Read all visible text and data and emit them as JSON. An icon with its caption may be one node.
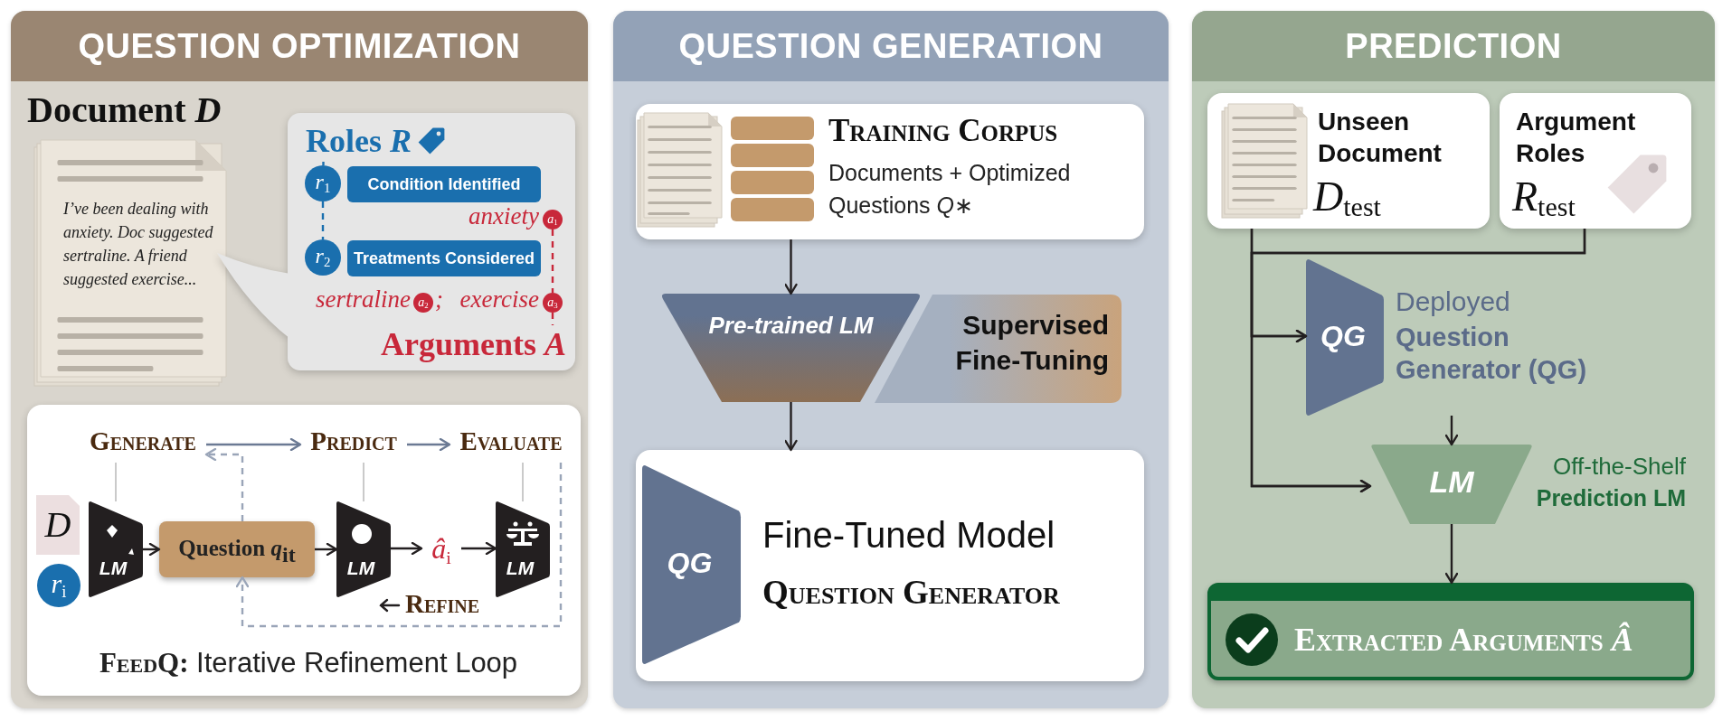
{
  "diagram": {
    "nodes": [
      {
        "text": [
          "QUESTION OPTIMIZATION"
        ]
      },
      {
        "text": [
          "Document *D*",
          "I’ve been dealing with anxiety. Doc suggested sertraline. A friend suggested exercise..."
        ],
        "in": 0
      },
      {
        "text": [],
        "shape": "box",
        "in": 0
      },
      {
        "text": [
          "Roles *R*"
        ],
        "in": 2
      },
      {
        "text": [
          "*r*$_{1}$"
        ],
        "in": 2
      },
      {
        "text": [
          "Condition Identified"
        ],
        "in": 2
      },
      {
        "text": [
          "*a*$_{1}$"
        ],
        "in": 2,
        "beside": [
          "anxiety"
        ]
      },
      {
        "text": [
          "*r*$_{2}$"
        ],
        "in": 2
      },
      {
        "text": [
          "Treatments Considered"
        ],
        "in": 2
      },
      {
        "text": [
          "*a*$_{2}$"
        ],
        "in": 2,
        "beside": [
          "sertraline"
        ]
      },
      {
        "text": [
          "*a*$_{3}$"
        ],
        "in": 2,
        "beside": [
          "exercise"
        ]
      },
      {
        "text": [
          "Arguments *A*"
        ],
        "in": 2
      },
      {
        "text": [
          "**FeedQ:** Iterative Refinement Loop"
        ],
        "in": 0
      },
      {
        "text": [
          "Generate"
        ],
        "in": 12
      },
      {
        "text": [
          "Predict"
        ],
        "in": 12
      },
      {
        "text": [
          "Evaluate"
        ],
        "in": 12
      },
      {
        "text": [
          "*D*"
        ],
        "in": 12
      },
      {
        "text": [
          "*r*$_{i}$"
        ],
        "in": 12
      },
      {
        "text": [
          "LM"
        ],
        "in": 12
      },
      {
        "text": [
          "Question *q*$_{it}$"
        ],
        "in": 12
      },
      {
        "text": [
          "LM"
        ],
        "in": 12
      },
      {
        "text": [
          "*â*$_{i}$"
        ],
        "in": 12
      },
      {
        "text": [
          "LM"
        ],
        "in": 12
      },
      {
        "text": [
          "QUESTION GENERATION"
        ]
      },
      {
        "text": [
          "Training Corpus",
          "Documents + Optimized Questions *Q*∗"
        ],
        "in": 23
      },
      {
        "text": [
          "Pre-trained LM"
        ],
        "in": 23
      },
      {
        "text": [
          "Supervised Fine-Tuning"
        ],
        "in": 23
      },
      {
        "text": [
          "Fine-Tuned Model",
          "Question Generator"
        ],
        "in": 23
      },
      {
        "text": [
          "QG"
        ],
        "in": 27
      },
      {
        "text": [
          "PREDICTION"
        ]
      },
      {
        "text": [
          "Unseen Document",
          "*D*$_{test}$"
        ],
        "in": 29
      },
      {
        "text": [
          "Argument Roles",
          "*R*$_{test}$"
        ],
        "in": 29
      },
      {
        "text": [
          "QG"
        ],
        "in": 29,
        "beside": [
          "Deployed",
          "Question Generator (QG)"
        ]
      },
      {
        "text": [
          "LM"
        ],
        "in": 29,
        "beside": [
          "Off-the-Shelf",
          "Prediction LM"
        ]
      },
      {
        "text": [
          "Extracted Arguments *Â*"
        ],
        "in": 29
      }
    ],
    "edges": [
      {
        "from": 3,
        "to": 4,
        "arrow": "none",
        "style": "dashed",
        "color": "#1a6fae"
      },
      {
        "from": 4,
        "to": 7,
        "arrow": "none",
        "style": "dashed",
        "color": "#1a6fae"
      },
      {
        "from": 6,
        "to": 10,
        "arrow": "none",
        "style": "dashed",
        "color": "#c8283a"
      },
      {
        "from": 10,
        "to": 11,
        "arrow": "none",
        "style": "dashed",
        "color": "#c8283a"
      },
      {
        "from": 13,
        "to": 14,
        "arrow": "to",
        "color": "#6b7a94"
      },
      {
        "from": 14,
        "to": 15,
        "arrow": "to",
        "color": "#6b7a94"
      },
      {
        "from": 13,
        "to": 18,
        "arrow": "none",
        "color": "#bdbdbd"
      },
      {
        "from": 14,
        "to": 20,
        "arrow": "none",
        "color": "#bdbdbd"
      },
      {
        "from": 15,
        "to": 22,
        "arrow": "none",
        "color": "#bdbdbd"
      },
      {
        "from": 18,
        "to": 19,
        "arrow": "to"
      },
      {
        "from": 19,
        "to": 20,
        "arrow": "to"
      },
      {
        "from": 20,
        "to": 21,
        "arrow": "to"
      },
      {
        "from": 21,
        "to": 22,
        "arrow": "to"
      },
      {
        "from": 15,
        "to": 19,
        "arrow": "to",
        "style": "dashed",
        "color": "#9aa5b8",
        "label": "Refine"
      },
      {
        "from": 19,
        "to": 13,
        "arrow": "to",
        "style": "dashed",
        "color": "#9aa5b8"
      },
      {
        "from": 24,
        "to": 25,
        "arrow": "to"
      },
      {
        "from": 25,
        "to": 27,
        "arrow": "to"
      },
      {
        "from": 30,
        "to": 32,
        "arrow": "to"
      },
      {
        "from": 31,
        "to": 32,
        "arrow": "to"
      },
      {
        "from": 30,
        "to": 33,
        "arrow": "to"
      },
      {
        "from": 31,
        "to": 33,
        "arrow": "to"
      },
      {
        "from": 32,
        "to": 33,
        "arrow": "to"
      },
      {
        "from": 33,
        "to": 34,
        "arrow": "to"
      }
    ],
    "labels": [
      ";"
    ]
  }
}
